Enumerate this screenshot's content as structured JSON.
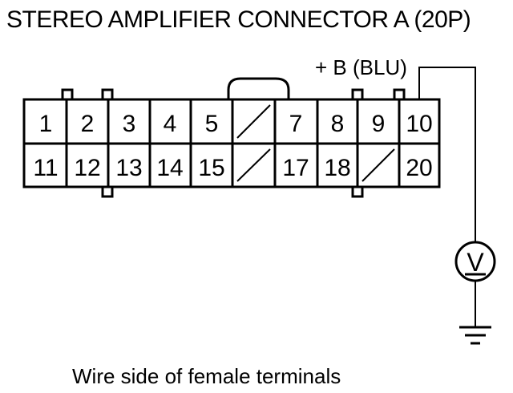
{
  "title": "STEREO AMPLIFIER CONNECTOR A (20P)",
  "wire_label": "+ B (BLU)",
  "caption": "Wire side of female terminals",
  "voltmeter_symbol": "V",
  "pins": {
    "p1": "1",
    "p2": "2",
    "p3": "3",
    "p4": "4",
    "p5": "5",
    "p7": "7",
    "p8": "8",
    "p9": "9",
    "p10": "10",
    "p11": "11",
    "p12": "12",
    "p13": "13",
    "p14": "14",
    "p15": "15",
    "p17": "17",
    "p18": "18",
    "p20": "20"
  },
  "icons": {
    "voltmeter": "voltmeter-icon",
    "ground": "ground-icon"
  }
}
